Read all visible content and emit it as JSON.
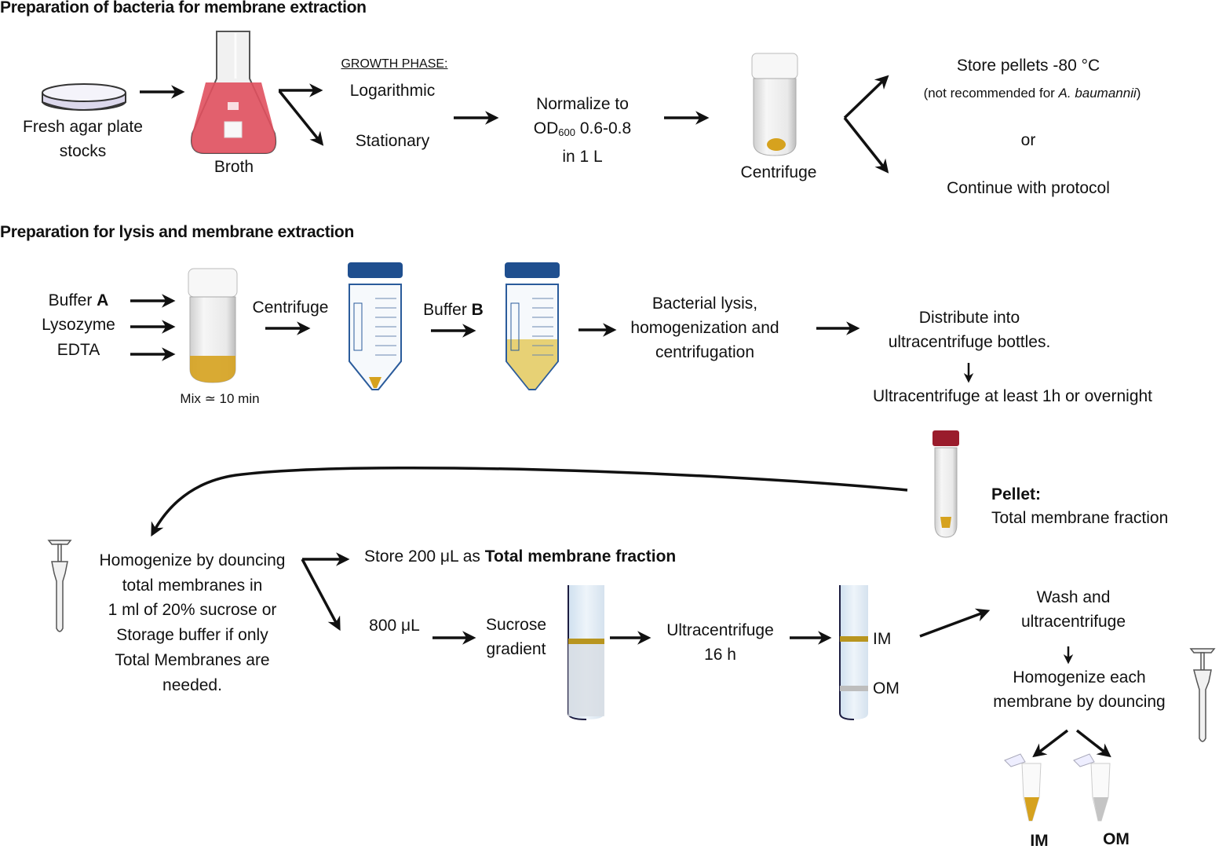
{
  "sections": {
    "s1_title": "Preparation of bacteria for membrane extraction",
    "s2_title": "Preparation for lysis and membrane extraction"
  },
  "step1": {
    "plate_label_1": "Fresh agar plate",
    "plate_label_2": "stocks",
    "broth_label": "Broth",
    "growth_header": "GROWTH PHASE:",
    "growth_log": "Logarithmic",
    "growth_stat": "Stationary",
    "normalize_1": "Normalize to",
    "normalize_2a": "OD",
    "normalize_2sub": "600",
    "normalize_2b": " 0.6-0.8",
    "normalize_3": "in 1 L",
    "centrifuge_label": "Centrifuge",
    "store_pellets": "Store pellets -80 °C",
    "note_pre": "(not recommended for ",
    "note_species": "A. baumannii",
    "note_post": ")",
    "or": "or",
    "continue": "Continue with protocol"
  },
  "step2": {
    "buffer_a_pre": "Buffer ",
    "buffer_a_bold": "A",
    "lysozyme": "Lysozyme",
    "edta": "EDTA",
    "mix": "Mix ≃ 10 min",
    "centrifuge": "Centrifuge",
    "buffer_b_pre": "Buffer ",
    "buffer_b_bold": "B",
    "lysis_1": "Bacterial lysis,",
    "lysis_2": "homogenization and",
    "lysis_3": "centrifugation",
    "distribute_1": "Distribute into",
    "distribute_2": "ultracentrifuge bottles.",
    "ultra": "Ultracentrifuge at least 1h or overnight",
    "pellet_title": "Pellet:",
    "pellet_desc": "Total membrane fraction"
  },
  "step3": {
    "homog_1": "Homogenize by douncing",
    "homog_2": "total membranes in",
    "homog_3": "1 ml of 20% sucrose or",
    "homog_4": "Storage buffer if only",
    "homog_5": "Total Membranes are",
    "homog_6": "needed.",
    "store_pre": "Store 200 μL as ",
    "store_bold": "Total membrane fraction",
    "vol": "800 μL",
    "sucrose_1": "Sucrose",
    "sucrose_2": "gradient",
    "ultra_1": "Ultracentrifuge",
    "ultra_2": "16 h",
    "band_im": "IM",
    "band_om": "OM",
    "wash_1": "Wash and",
    "wash_2": "ultracentrifuge",
    "homog_each_1": "Homogenize each",
    "homog_each_2": "membrane by douncing",
    "tube_im": "IM",
    "tube_om": "OM"
  },
  "colors": {
    "broth": "#e0505e",
    "pellet": "#d6a21e",
    "buffer_b": "#e6cc66",
    "cap_blue": "#1f4f8f",
    "cap_red": "#9a1c2c",
    "om_band": "#bdbdbd",
    "im_band": "#b8951f"
  }
}
